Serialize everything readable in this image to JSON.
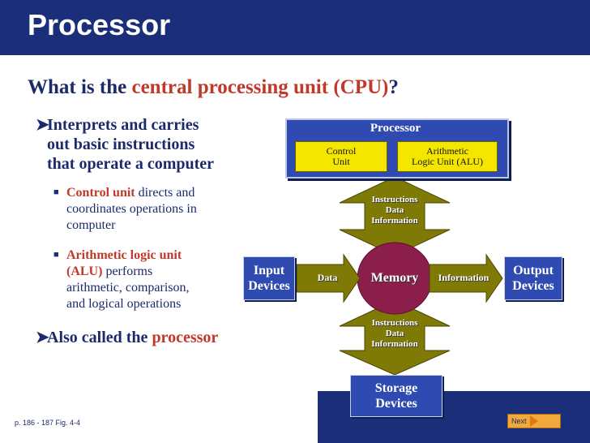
{
  "title": "Processor",
  "subtitle": {
    "prefix": "What is the ",
    "highlight": "central processing unit (CPU)",
    "suffix": "?"
  },
  "bullets": {
    "b1_lines": [
      "Interprets and carries",
      "out basic instructions",
      "that operate a computer"
    ],
    "sub1": {
      "highlight": "Control unit",
      "l1": " directs and",
      "l2": "coordinates operations in",
      "l3": "computer"
    },
    "sub2": {
      "highlight1": "Arithmetic logic unit",
      "highlight2": "(ALU)",
      "l2": " performs",
      "l3": "arithmetic, comparison,",
      "l4": "and logical operations"
    },
    "b2": {
      "prefix": "Also called the ",
      "highlight": "processor"
    }
  },
  "diagram": {
    "processor": "Processor",
    "control_unit": [
      "Control",
      "Unit"
    ],
    "alu": [
      "Arithmetic",
      "Logic Unit (ALU)"
    ],
    "arrow_labels_top": [
      "Instructions",
      "Data",
      "Information"
    ],
    "arrow_labels_bottom": [
      "Instructions",
      "Data",
      "Information"
    ],
    "input_devices": [
      "Input",
      "Devices"
    ],
    "output_devices": [
      "Output",
      "Devices"
    ],
    "data_label": "Data",
    "information_label": "Information",
    "memory": "Memory",
    "storage_devices": [
      "Storage",
      "Devices"
    ]
  },
  "caption": "p. 186 - 187 Fig. 4-4",
  "next_button": "Next",
  "colors": {
    "title_bar": "#1a2e7a",
    "accent_red": "#c0392b",
    "text_navy": "#1c2a6b",
    "box_blue": "#2f4bb2",
    "memory_maroon": "#8b1e4a",
    "arrow_olive": "#7f7a06",
    "yellow": "#f5e600"
  }
}
